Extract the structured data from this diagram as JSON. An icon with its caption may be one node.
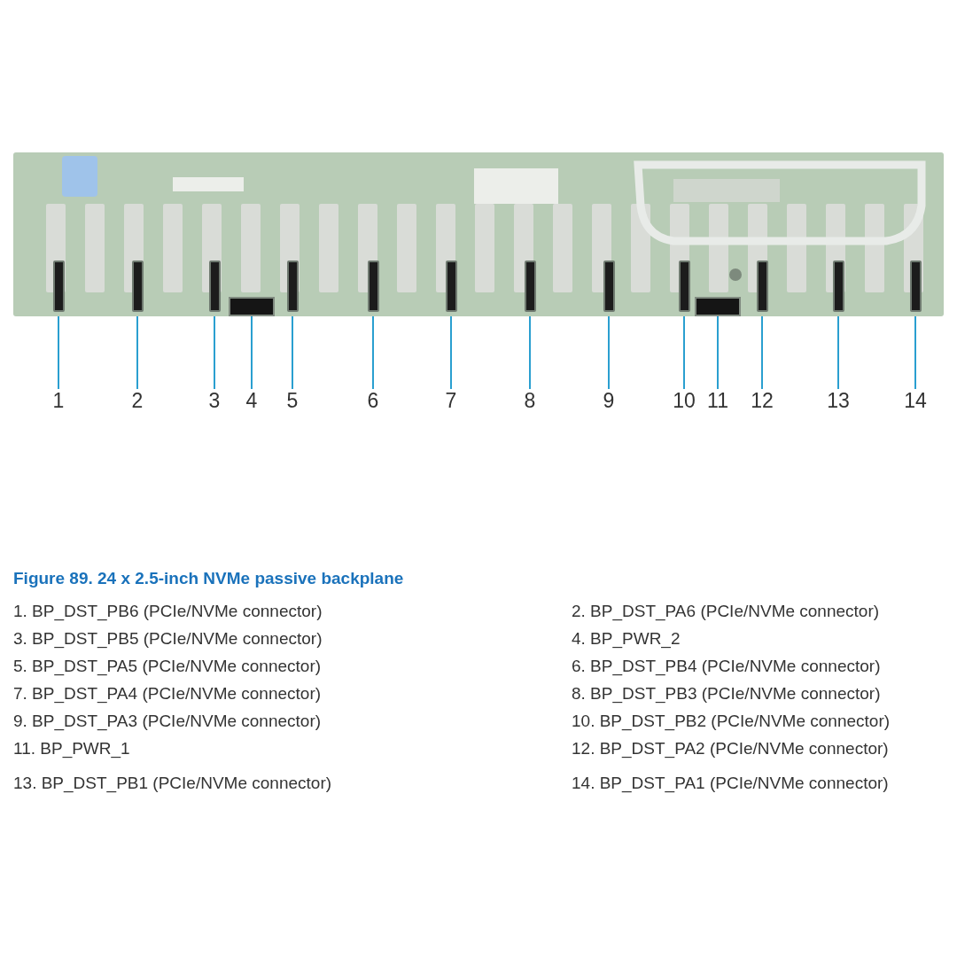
{
  "diagram": {
    "caption": "Figure 89. 24 x 2.5-inch NVMe passive backplane",
    "nodes": [
      {
        "text": [],
        "shape": "picture"
      },
      {
        "text": [],
        "shape": "box",
        "in": 0
      },
      {
        "text": [],
        "shape": "box",
        "in": 0
      },
      {
        "text": [],
        "shape": "box",
        "in": 0
      },
      {
        "text": [],
        "shape": "box",
        "in": 0
      },
      {
        "text": [],
        "shape": "box",
        "in": 0
      },
      {
        "text": [],
        "shape": "box",
        "in": 0
      },
      {
        "text": [],
        "shape": "box",
        "in": 0
      },
      {
        "text": [],
        "shape": "box",
        "in": 0
      },
      {
        "text": [],
        "shape": "box",
        "in": 0
      },
      {
        "text": [],
        "shape": "box",
        "in": 0
      },
      {
        "text": [],
        "shape": "box",
        "in": 0
      },
      {
        "text": [],
        "shape": "box",
        "in": 0
      },
      {
        "text": [],
        "shape": "box",
        "in": 0
      },
      {
        "text": [],
        "shape": "box",
        "in": 0
      },
      {
        "text": [
          "1"
        ]
      },
      {
        "text": [
          "2"
        ]
      },
      {
        "text": [
          "3"
        ]
      },
      {
        "text": [
          "4"
        ]
      },
      {
        "text": [
          "5"
        ]
      },
      {
        "text": [
          "6"
        ]
      },
      {
        "text": [
          "7"
        ]
      },
      {
        "text": [
          "8"
        ]
      },
      {
        "text": [
          "9"
        ]
      },
      {
        "text": [
          "10"
        ]
      },
      {
        "text": [
          "11"
        ]
      },
      {
        "text": [
          "12"
        ]
      },
      {
        "text": [
          "13"
        ]
      },
      {
        "text": [
          "14"
        ]
      }
    ],
    "edges": [
      {
        "from": 15,
        "to": 1,
        "arrow": "none"
      },
      {
        "from": 16,
        "to": 2,
        "arrow": "none"
      },
      {
        "from": 17,
        "to": 3,
        "arrow": "none"
      },
      {
        "from": 18,
        "to": 4,
        "arrow": "none"
      },
      {
        "from": 19,
        "to": 5,
        "arrow": "none"
      },
      {
        "from": 20,
        "to": 6,
        "arrow": "none"
      },
      {
        "from": 21,
        "to": 7,
        "arrow": "none"
      },
      {
        "from": 22,
        "to": 8,
        "arrow": "none"
      },
      {
        "from": 23,
        "to": 9,
        "arrow": "none"
      },
      {
        "from": 24,
        "to": 10,
        "arrow": "none"
      },
      {
        "from": 25,
        "to": 11,
        "arrow": "none"
      },
      {
        "from": 26,
        "to": 12,
        "arrow": "none"
      },
      {
        "from": 27,
        "to": 13,
        "arrow": "none"
      },
      {
        "from": 28,
        "to": 14,
        "arrow": "none"
      }
    ],
    "labels": [
      "1. BP_DST_PB6 (PCIe/NVMe connector)",
      "2. BP_DST_PA6 (PCIe/NVMe connector)",
      "3. BP_DST_PB5 (PCIe/NVMe connector)",
      "4. BP_PWR_2",
      "5. BP_DST_PA5 (PCIe/NVMe connector)",
      "6. BP_DST_PB4 (PCIe/NVMe connector)",
      "7. BP_DST_PA4 (PCIe/NVMe connector)",
      "8. BP_DST_PB3 (PCIe/NVMe connector)",
      "9. BP_DST_PA3 (PCIe/NVMe connector)",
      "10. BP_DST_PB2 (PCIe/NVMe connector)",
      "11. BP_PWR_1",
      "12. BP_DST_PA2 (PCIe/NVMe connector)",
      "13. BP_DST_PB1 (PCIe/NVMe connector)",
      "14. BP_DST_PA1 (PCIe/NVMe connector)"
    ]
  }
}
